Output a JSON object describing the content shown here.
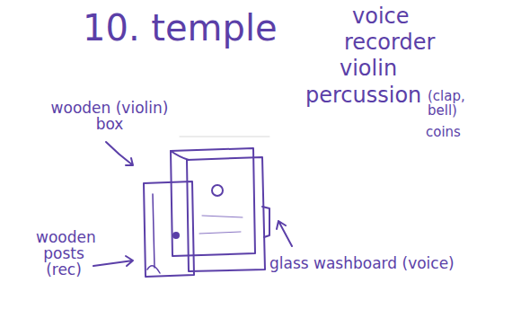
{
  "diagram": {
    "title": "10. temple",
    "labels": [
      "voice",
      "recorder",
      "violin",
      "percussion",
      "(clap, bell)",
      "coins",
      "wooden (violin) box",
      "wooden posts (rec)",
      "glass washboard (voice)"
    ]
  }
}
